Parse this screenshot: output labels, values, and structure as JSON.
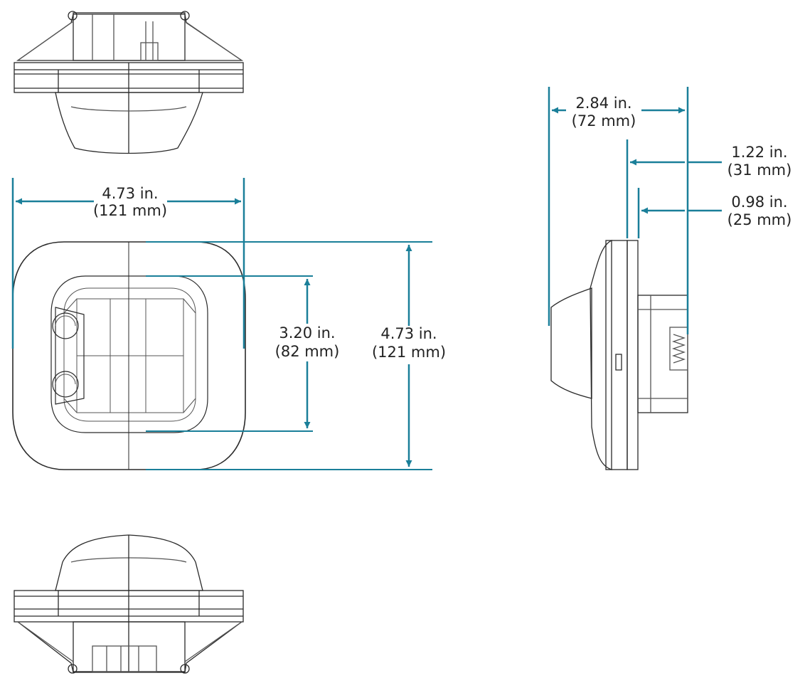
{
  "colors": {
    "dimension": "#1a7f99",
    "outline": "#2a2a2a",
    "detail": "#555555",
    "text": "#222222"
  },
  "dimensions": {
    "front_width": {
      "inches": "4.73 in.",
      "mm": "(121 mm)"
    },
    "front_height": {
      "inches": "4.73 in.",
      "mm": "(121 mm)"
    },
    "lens_height": {
      "inches": "3.20 in.",
      "mm": "(82 mm)"
    },
    "side_overall_depth": {
      "inches": "2.84 in.",
      "mm": "(72 mm)"
    },
    "side_mount_depth": {
      "inches": "1.22 in.",
      "mm": "(31 mm)"
    },
    "side_back_depth": {
      "inches": "0.98 in.",
      "mm": "(25 mm)"
    }
  }
}
